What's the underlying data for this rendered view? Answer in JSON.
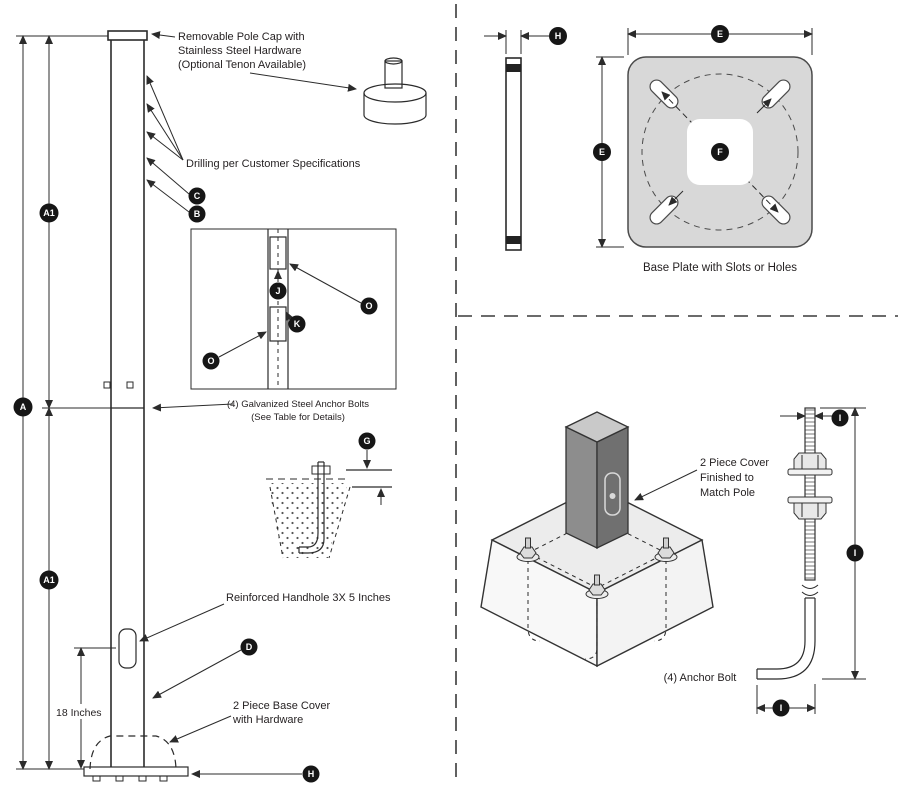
{
  "badges": {
    "a": "A",
    "a1": "A1",
    "b": "B",
    "c": "C",
    "d": "D",
    "e": "E",
    "f": "F",
    "g": "G",
    "h": "H",
    "i": "I",
    "j": "J",
    "k": "K",
    "o": "O"
  },
  "annotations": {
    "pole_cap": [
      "Removable Pole Cap with",
      "Stainless Steel Hardware",
      "(Optional Tenon Available)"
    ],
    "drilling": "Drilling per Customer Specifications",
    "anchor_bolts_note": [
      "(4) Galvanized Steel Anchor Bolts",
      "(See Table for Details)"
    ],
    "handhole": "Reinforced Handhole 3X 5 Inches",
    "base_cover": [
      "2 Piece Base Cover",
      "with Hardware"
    ],
    "height_label": "18 Inches",
    "base_plate_caption": "Base Plate with Slots or Holes",
    "pole_cover": [
      "2 Piece Cover",
      "Finished to",
      "Match Pole"
    ],
    "anchor_bolt_caption": "(4) Anchor Bolt"
  },
  "colors": {
    "line": "#2b2b2b",
    "plate_fill": "#d8d8d8",
    "badge_fill": "#161616",
    "badge_text": "#ffffff",
    "block_top": "#ececec",
    "stub_top": "#c9c9c9",
    "stub_left": "#8d8d8d",
    "stub_right": "#707070",
    "background": "#ffffff"
  }
}
